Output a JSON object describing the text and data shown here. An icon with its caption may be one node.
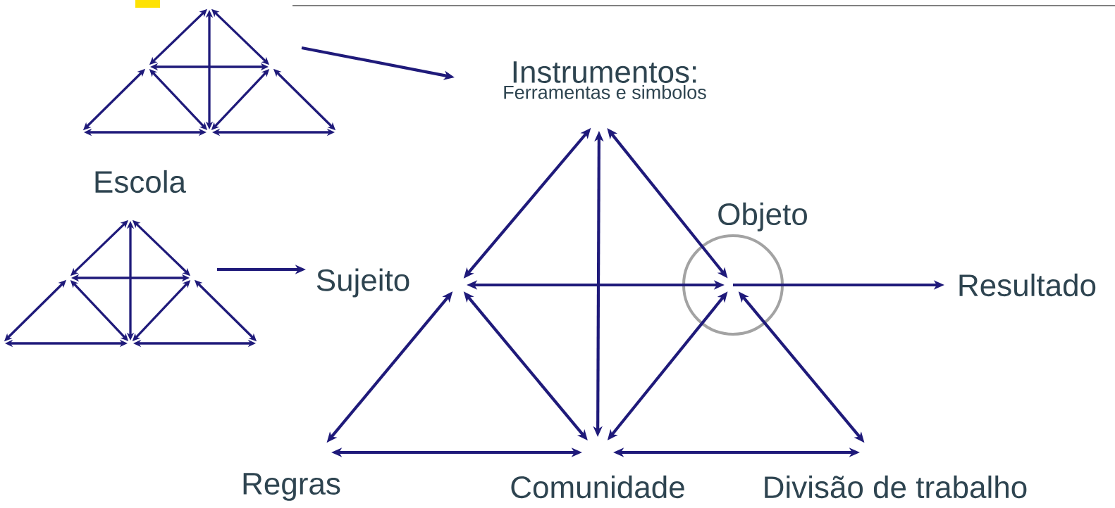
{
  "diagram": {
    "nodes": [
      {
        "text": [],
        "shape": "triangle"
      },
      {
        "text": [],
        "shape": "triangle"
      },
      {
        "text": [
          "Instrumentos:",
          "Ferramentas e simbolos"
        ]
      },
      {
        "text": [
          "Sujeito"
        ]
      },
      {
        "text": [
          "Objeto"
        ]
      },
      {
        "text": [
          "Resultado"
        ]
      },
      {
        "text": [
          "Regras"
        ]
      },
      {
        "text": [
          "Comunidade"
        ]
      },
      {
        "text": [
          "Divisão de trabalho"
        ]
      }
    ],
    "edges": [
      {
        "from": 0,
        "to": 2,
        "arrow": "to"
      },
      {
        "from": 1,
        "to": 3,
        "arrow": "to"
      },
      {
        "from": 2,
        "to": 3,
        "arrow": "both"
      },
      {
        "from": 2,
        "to": 7,
        "arrow": "both"
      },
      {
        "from": 2,
        "to": 4,
        "arrow": "both"
      },
      {
        "from": 3,
        "to": 4,
        "arrow": "both"
      },
      {
        "from": 4,
        "to": 5,
        "arrow": "to"
      },
      {
        "from": 3,
        "to": 6,
        "arrow": "both"
      },
      {
        "from": 3,
        "to": 7,
        "arrow": "both"
      },
      {
        "from": 6,
        "to": 7,
        "arrow": "both"
      },
      {
        "from": 7,
        "to": 4,
        "arrow": "both"
      },
      {
        "from": 4,
        "to": 8,
        "arrow": "both"
      },
      {
        "from": 7,
        "to": 8,
        "arrow": "both"
      }
    ],
    "labels": [
      "Escola"
    ]
  }
}
